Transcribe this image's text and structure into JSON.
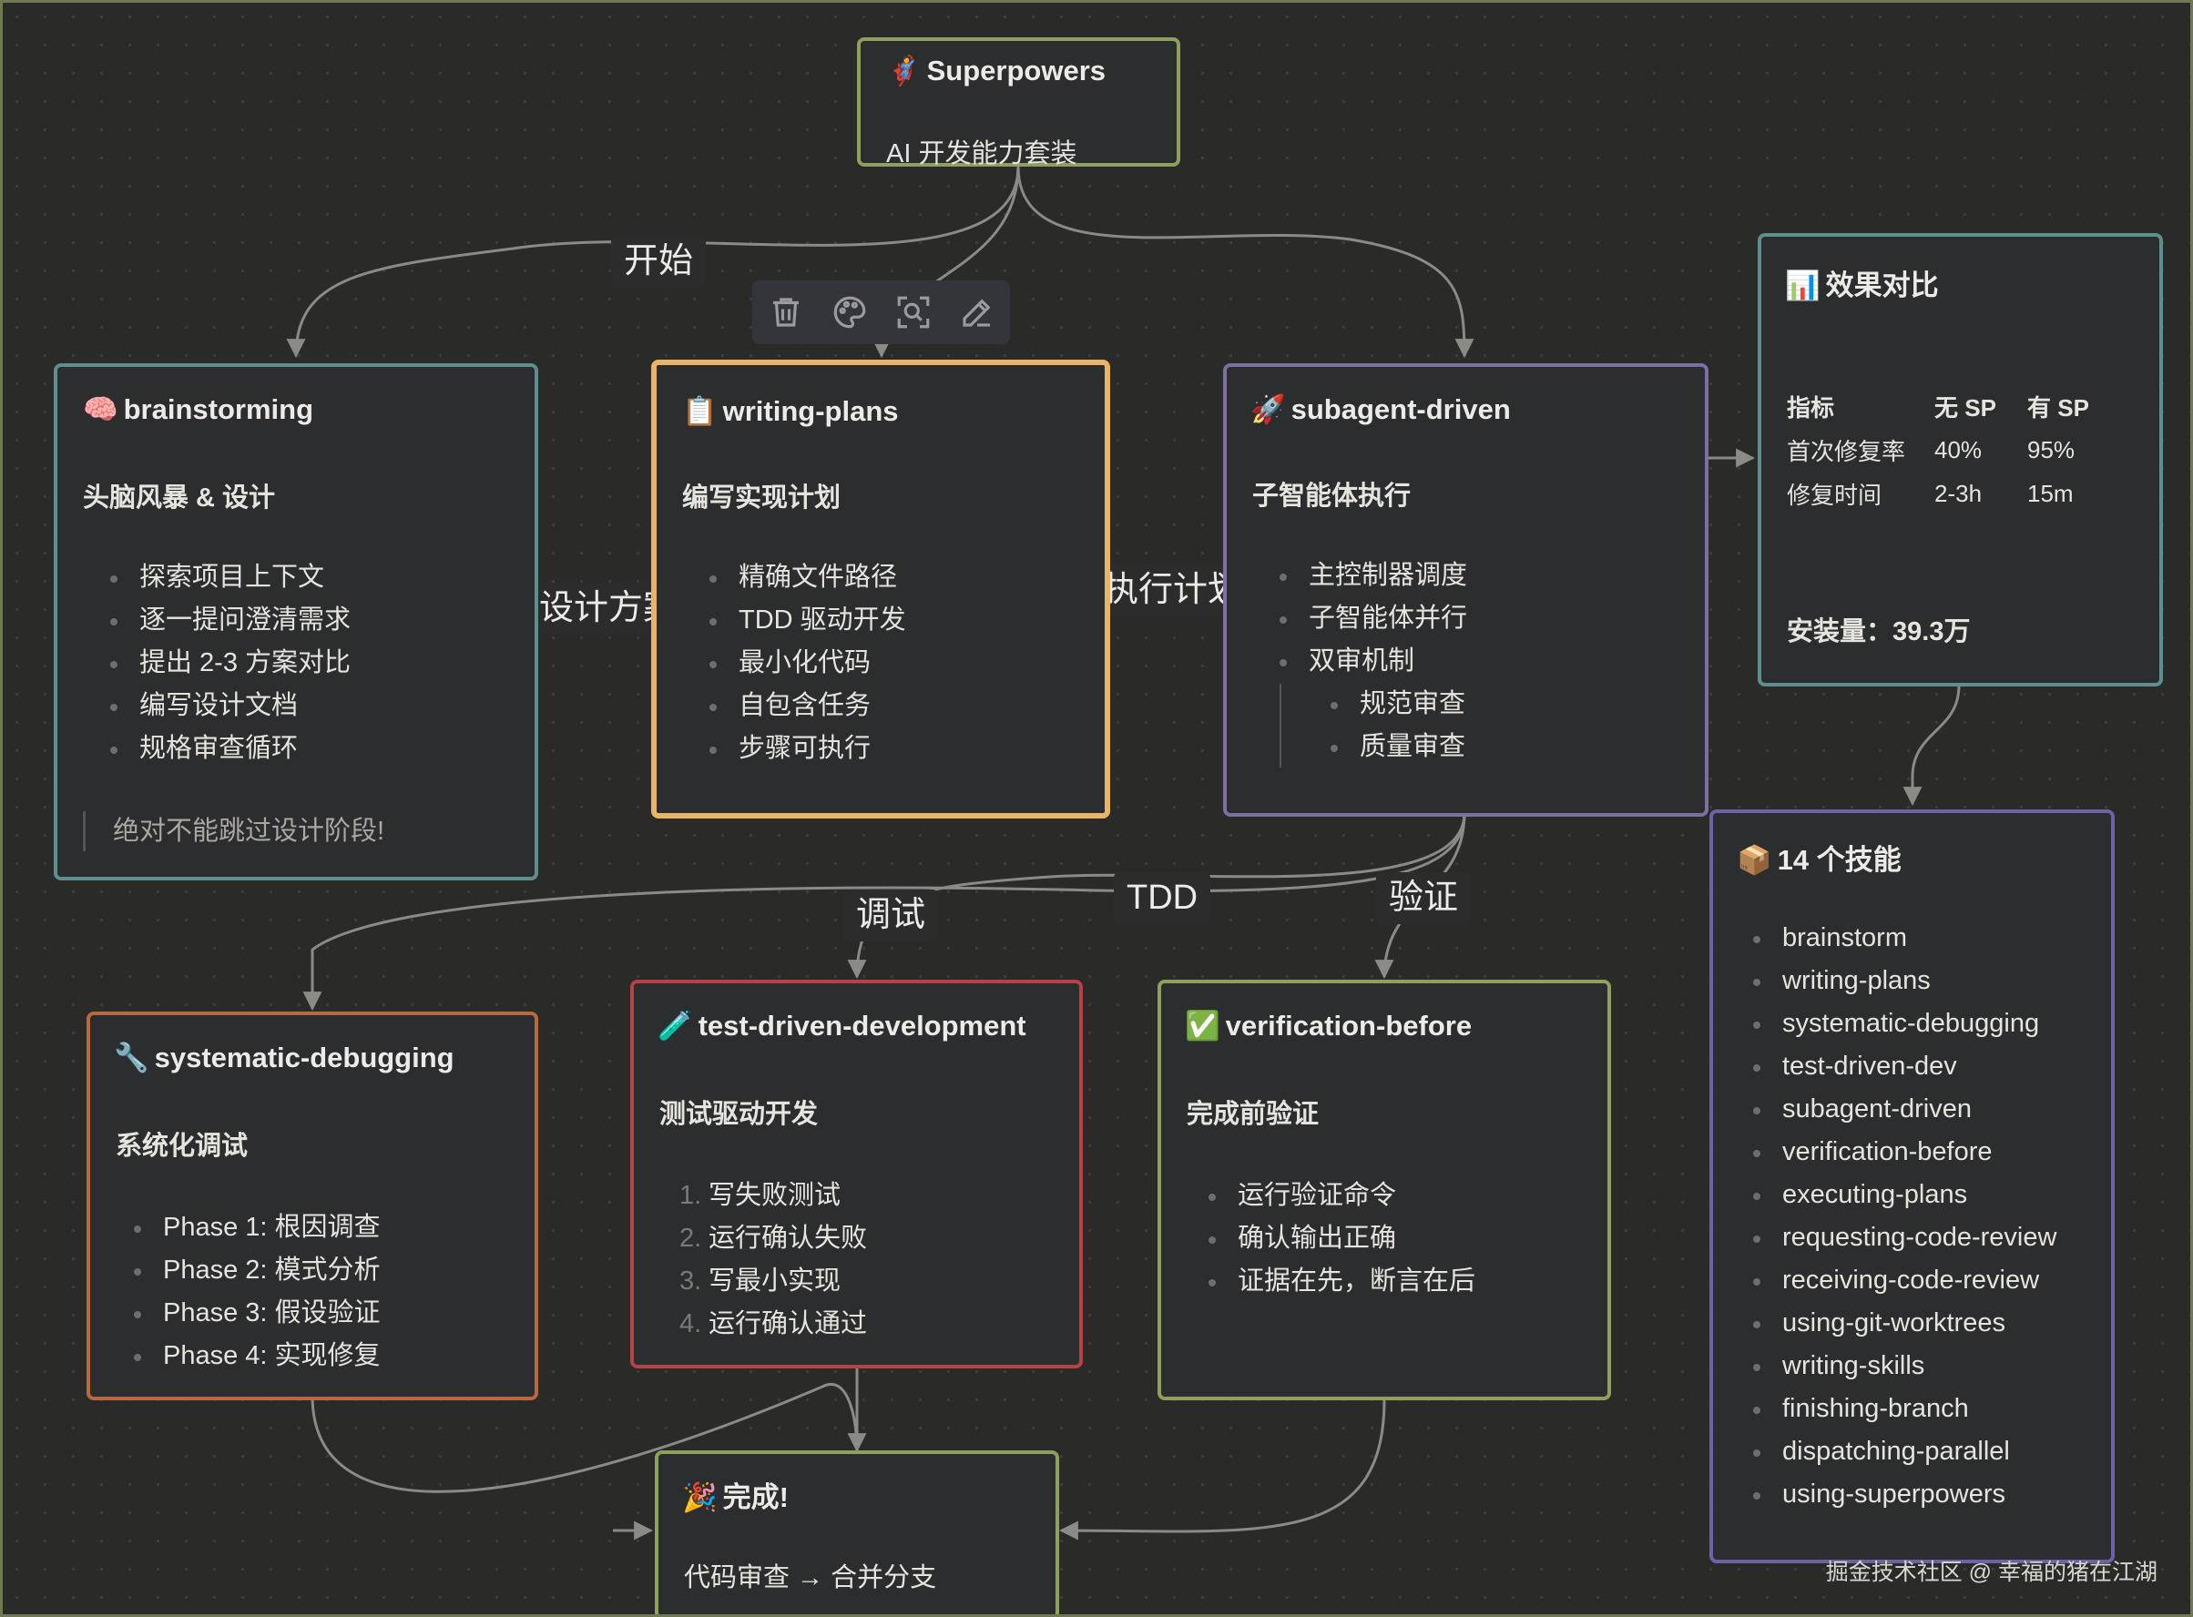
{
  "nodes": {
    "superpowers": {
      "icon": "🦸",
      "title": "Superpowers",
      "subtitle": "AI 开发能力套装"
    },
    "brainstorming": {
      "icon": "🧠",
      "title": "brainstorming",
      "heading": "头脑风暴 & 设计",
      "items": [
        "探索项目上下文",
        "逐一提问澄清需求",
        "提出 2-3 方案对比",
        "编写设计文档",
        "规格审查循环"
      ],
      "note": "绝对不能跳过设计阶段!"
    },
    "writing_plans": {
      "icon": "📋",
      "title": "writing-plans",
      "heading": "编写实现计划",
      "items": [
        "精确文件路径",
        "TDD 驱动开发",
        "最小化代码",
        "自包含任务",
        "步骤可执行"
      ]
    },
    "subagent": {
      "icon": "🚀",
      "title": "subagent-driven",
      "heading": "子智能体执行",
      "items": [
        "主控制器调度",
        "子智能体并行",
        "双审机制"
      ],
      "subitems": [
        "规范审查",
        "质量审查"
      ]
    },
    "compare": {
      "icon": "📊",
      "title": "效果对比",
      "table": {
        "headers": [
          "指标",
          "无 SP",
          "有 SP"
        ],
        "rows": [
          [
            "首次修复率",
            "40%",
            "95%"
          ],
          [
            "修复时间",
            "2-3h",
            "15m"
          ]
        ]
      },
      "installs": "安装量：39.3万"
    },
    "skills": {
      "icon": "📦",
      "title": "14 个技能",
      "items": [
        "brainstorm",
        "writing-plans",
        "systematic-debugging",
        "test-driven-dev",
        "subagent-driven",
        "verification-before",
        "executing-plans",
        "requesting-code-review",
        "receiving-code-review",
        "using-git-worktrees",
        "writing-skills",
        "finishing-branch",
        "dispatching-parallel",
        "using-superpowers"
      ]
    },
    "debugging": {
      "icon": "🔧",
      "title": "systematic-debugging",
      "heading": "系统化调试",
      "items": [
        "Phase 1: 根因调查",
        "Phase 2: 模式分析",
        "Phase 3: 假设验证",
        "Phase 4: 实现修复"
      ]
    },
    "tdd": {
      "icon": "🧪",
      "title": "test-driven-development",
      "heading": "测试驱动开发",
      "items": [
        "写失败测试",
        "运行确认失败",
        "写最小实现",
        "运行确认通过"
      ]
    },
    "verification": {
      "icon": "✅",
      "title": "verification-before",
      "heading": "完成前验证",
      "items": [
        "运行验证命令",
        "确认输出正确",
        "证据在先，断言在后"
      ]
    },
    "done": {
      "icon": "🎉",
      "title": "完成!",
      "subtitle": "代码审查 → 合并分支"
    }
  },
  "edge_labels": {
    "start": "开始",
    "design": "设计方案",
    "execute": "执行计划",
    "debug": "调试",
    "tdd": "TDD",
    "verify": "验证"
  },
  "toolbar": [
    "trash-icon",
    "palette-icon",
    "focus-icon",
    "edit-icon"
  ],
  "watermark": "掘金技术社区 @ 幸福的猪在江湖",
  "colors": {
    "superpowers": "#8fa05c",
    "brainstorming": "#5d8f8c",
    "writing_plans": "#e9b467",
    "subagent": "#7b6fa3",
    "compare": "#5d8f8c",
    "skills": "#6b63a6",
    "debugging": "#b9693e",
    "tdd": "#b84047",
    "verification": "#8fa05c",
    "done": "#8fa05c"
  }
}
